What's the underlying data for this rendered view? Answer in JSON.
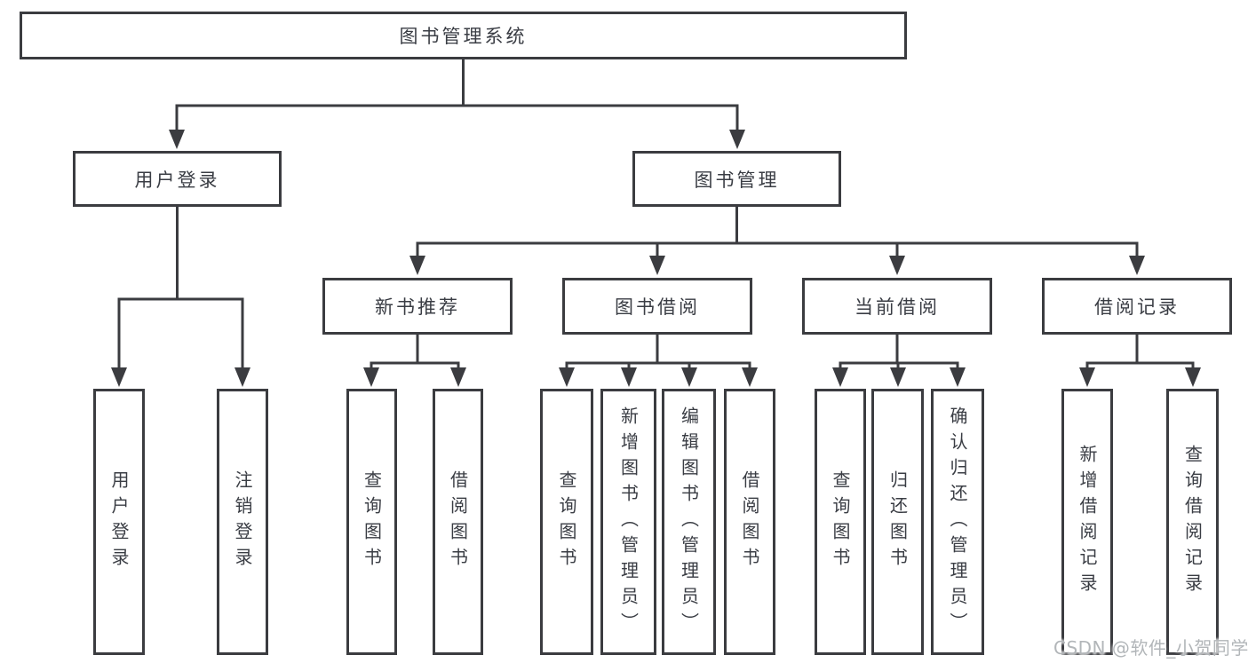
{
  "diagram": {
    "root": {
      "label": "图书管理系统"
    },
    "level2": [
      {
        "label": "用户登录"
      },
      {
        "label": "图书管理"
      }
    ],
    "level3": [
      {
        "label": "新书推荐"
      },
      {
        "label": "图书借阅"
      },
      {
        "label": "当前借阅"
      },
      {
        "label": "借阅记录"
      }
    ],
    "leaves": [
      {
        "label": "用户登录"
      },
      {
        "label": "注销登录"
      },
      {
        "label": "查询图书"
      },
      {
        "label": "借阅图书"
      },
      {
        "label": "查询图书"
      },
      {
        "label": "新增图书（管理员）"
      },
      {
        "label": "编辑图书（管理员）"
      },
      {
        "label": "借阅图书"
      },
      {
        "label": "查询图书"
      },
      {
        "label": "归还图书"
      },
      {
        "label": "确认归还（管理员）"
      },
      {
        "label": "新增借阅记录"
      },
      {
        "label": "查询借阅记录"
      }
    ]
  },
  "watermark": {
    "text": "CSDN @软件_小贺同学"
  },
  "colors": {
    "line": "#3b3c40",
    "text": "#3a3d44",
    "watermark": "#b2b6b9"
  }
}
